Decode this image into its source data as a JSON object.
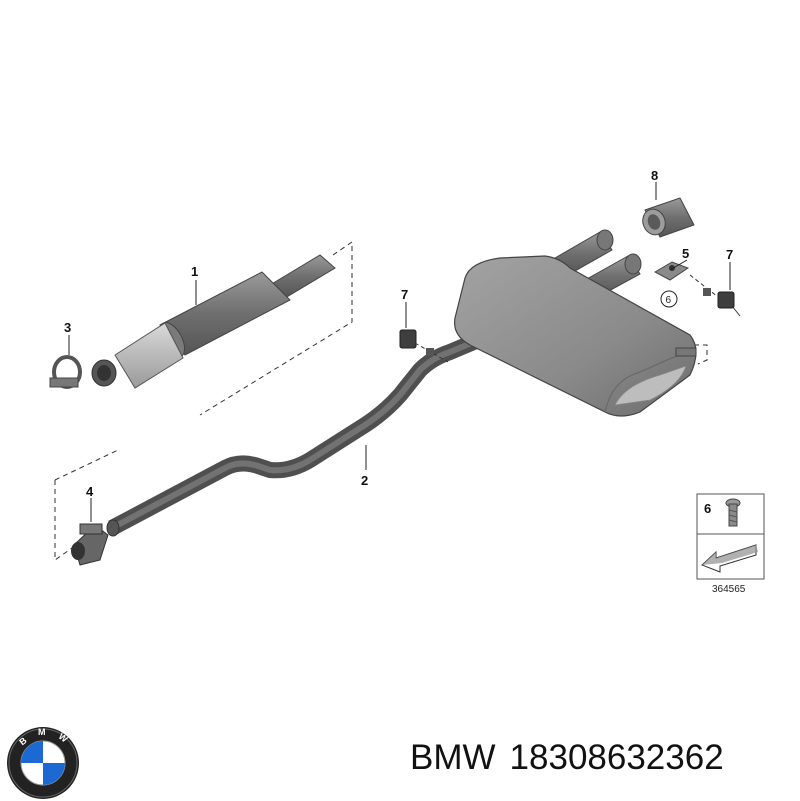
{
  "diagram": {
    "callouts": {
      "c1": "1",
      "c2": "2",
      "c3": "3",
      "c4": "4",
      "c5": "5",
      "c6a": "6",
      "c7a": "7",
      "c7b": "7",
      "c8": "8"
    },
    "inset": {
      "number": "6",
      "image_id": "364565"
    }
  },
  "logo": {
    "brand": "BMW",
    "colors": {
      "blue": "#1c69d4",
      "white": "#ffffff",
      "ring": "#111111"
    }
  },
  "footer": {
    "brand": "BMW",
    "part_number": "18308632362"
  }
}
